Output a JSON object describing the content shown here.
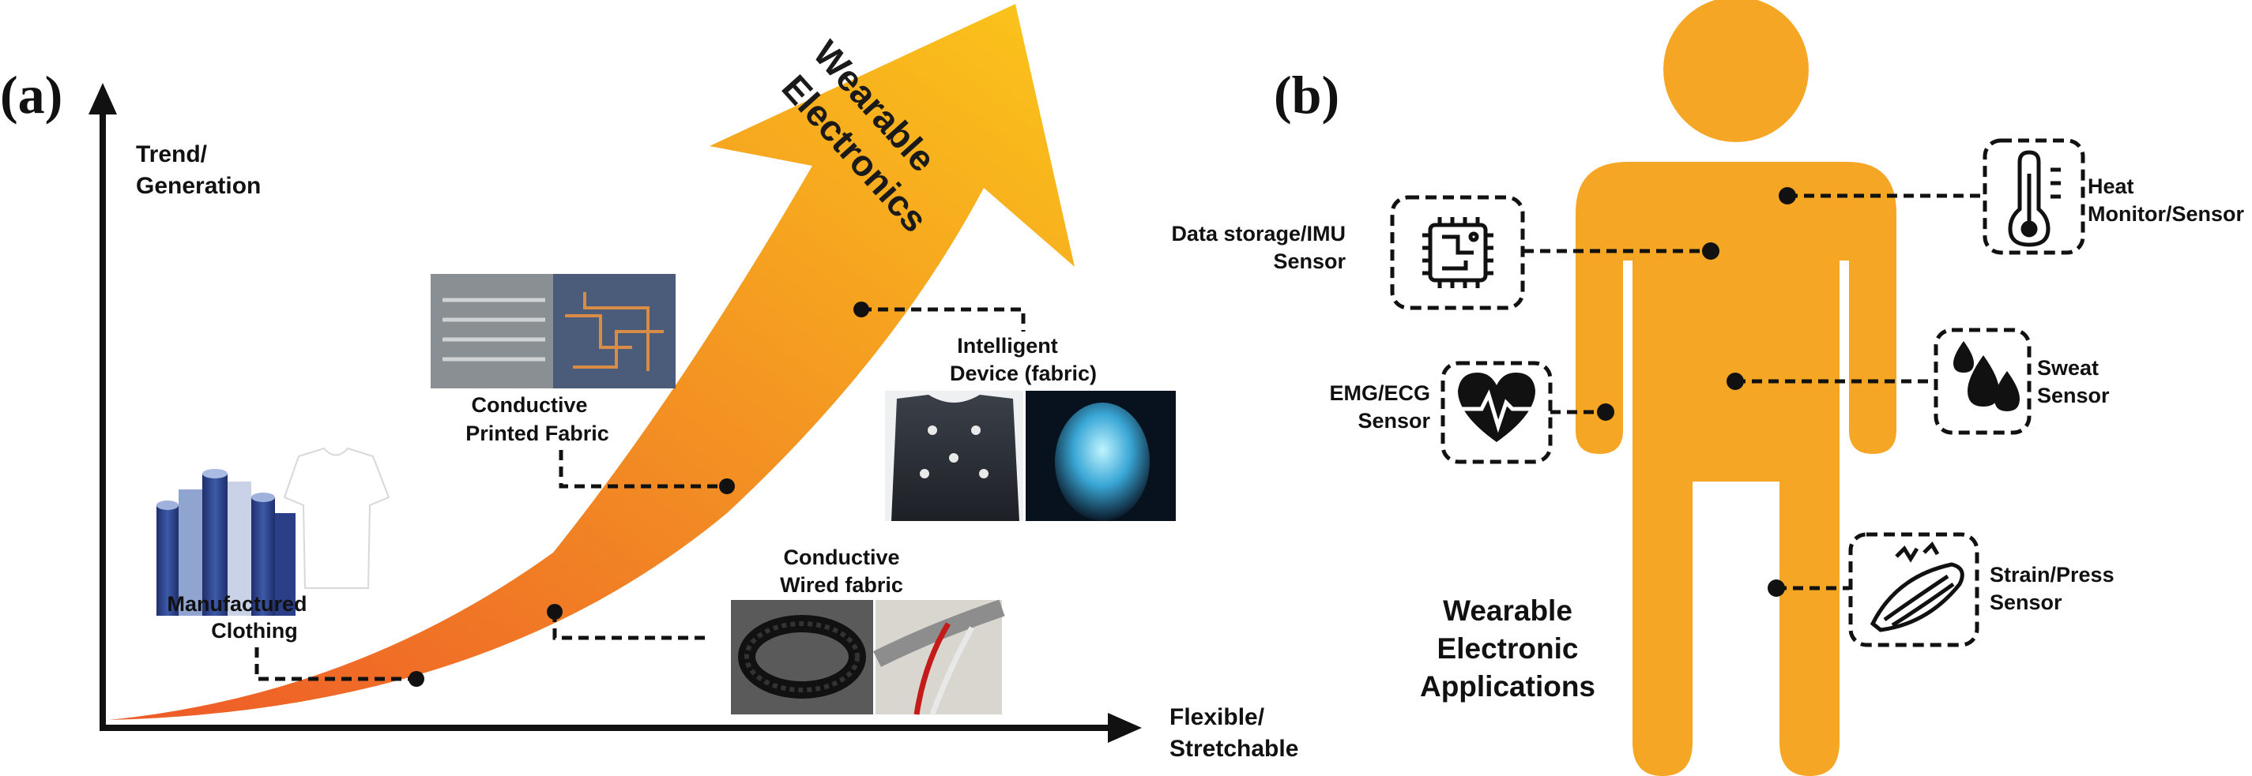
{
  "panel_a": {
    "label": "(a)",
    "y_axis_label": [
      "Trend/",
      "Generation"
    ],
    "x_axis_label": [
      "Flexible/",
      "Stretchable"
    ],
    "arrow_label": [
      "Wearable",
      "Electronics"
    ],
    "stages": [
      {
        "lines": [
          "Manufactured",
          "Clothing"
        ],
        "photos": [
          "fabric-rolls-photo",
          "white-tshirt-photo"
        ]
      },
      {
        "lines": [
          "Conductive",
          "Wired fabric"
        ],
        "photos": [
          "braided-wire-fabric-photo",
          "insulated-wires-photo"
        ]
      },
      {
        "lines": [
          "Conductive",
          "Printed Fabric"
        ],
        "photos": [
          "printed-fabric-hand-photo",
          "circuit-fabric-photo"
        ]
      },
      {
        "lines": [
          "Intelligent",
          "Device (fabric)"
        ],
        "photos": [
          "smart-shirt-photo",
          "glowing-suit-photo"
        ]
      }
    ]
  },
  "panel_b": {
    "label": "(b)",
    "title": [
      "Wearable",
      "Electronic",
      "Applications"
    ],
    "body_color": "#F5A624",
    "sensors": [
      {
        "lines": [
          "Data storage/IMU",
          "Sensor"
        ],
        "icon": "microchip-icon"
      },
      {
        "lines": [
          "EMG/ECG",
          "Sensor"
        ],
        "icon": "heart-pulse-icon"
      },
      {
        "lines": [
          "Heat",
          "Monitor/Sensor"
        ],
        "icon": "thermometer-icon"
      },
      {
        "lines": [
          "Sweat",
          "Sensor"
        ],
        "icon": "sweat-drops-icon"
      },
      {
        "lines": [
          "Strain/Press",
          "Sensor"
        ],
        "icon": "muscle-icon"
      }
    ]
  }
}
